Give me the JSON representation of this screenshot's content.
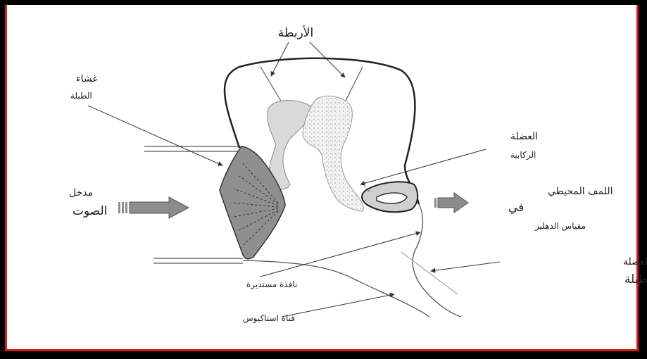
{
  "labels": {
    "ligaments": "الأربطة",
    "membrane_top": "غشاء",
    "membrane_bottom": "الطبلة",
    "sound_top": "مدخل",
    "sound_bottom": "الصوت",
    "stapedius_top": "العضلة",
    "stapedius_bottom": "الركابية",
    "perilymph_top": "اللمف المحيطي",
    "perilymph_mid": "في",
    "perilymph_bottom": "مقياس الدهليز",
    "tensor_top": "منشأ العضلة",
    "tensor_bottom": "الموترة للطبلة",
    "round_window": "نافذة مستديرة",
    "eustachian": "قناة استاكيوس"
  },
  "colors": {
    "frame_border": "#d71a1a",
    "arrow_fill": "#8c8c8c",
    "eardrum_fill": "#8f8f8f",
    "ossicle_fill": "#d9d9d9"
  }
}
